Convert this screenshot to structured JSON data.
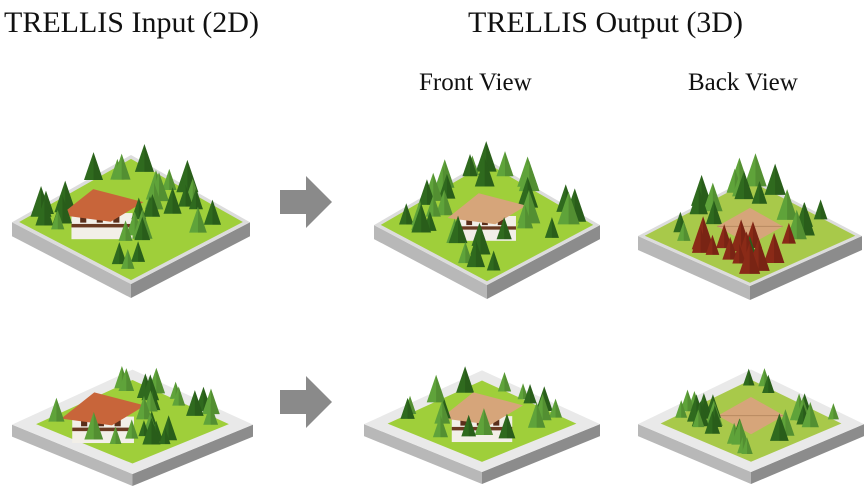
{
  "headings": {
    "input": "TRELLIS Input (2D)",
    "output": "TRELLIS Output (3D)"
  },
  "views": {
    "front": "Front View",
    "back": "Back View"
  },
  "icons": {
    "arrow": "right-arrow-icon"
  },
  "colors": {
    "grass": "#9fcf3a",
    "tree_dark": "#2f6a1e",
    "tree_light": "#5fa33a",
    "autumn_tree": "#8a2a17",
    "roof": "#c8653a",
    "roof_output": "#d6a57a",
    "base_top": "#e9e9e9",
    "base_side": "#8c8c8c",
    "arrow": "#8a8a8a"
  }
}
